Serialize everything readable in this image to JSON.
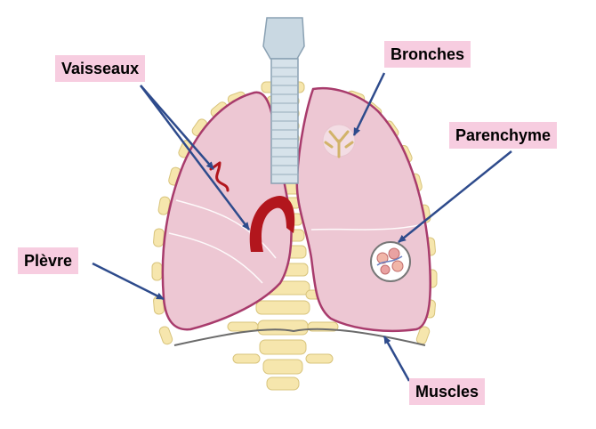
{
  "labels": {
    "vaisseaux": "Vaisseaux",
    "bronches": "Bronches",
    "parenchyme": "Parenchyme",
    "plevre": "Plèvre",
    "muscles": "Muscles"
  },
  "colors": {
    "label_background": "#f7cde0",
    "arrow": "#2e4b8c",
    "lung_fill": "#edc7d3",
    "lung_outline": "#a83b6c",
    "vessel": "#b2161d",
    "bone": "#f6e6ad",
    "trachea": "#c9d8e2"
  }
}
